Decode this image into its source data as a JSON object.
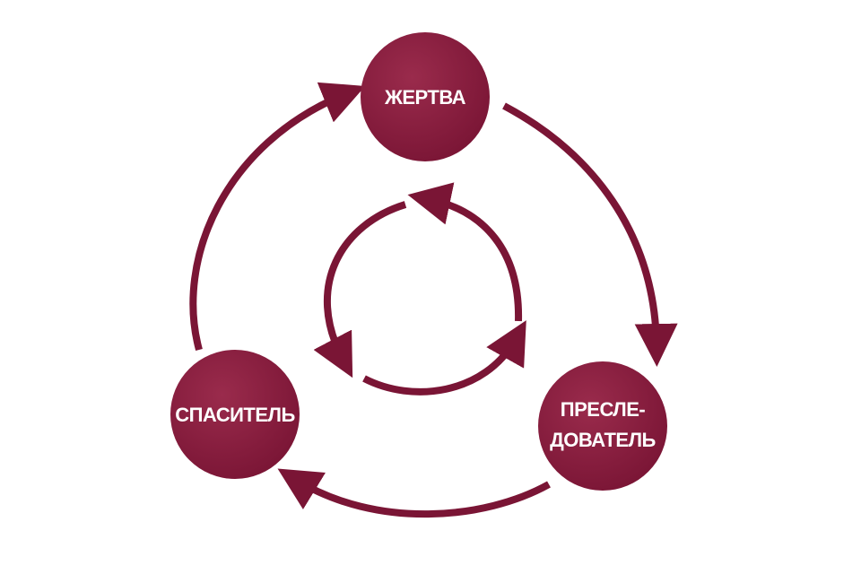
{
  "colors": {
    "node_fill": "#7a1535",
    "node_fill_light": "#9a2b4c",
    "arrow": "#7a1535",
    "label_text": "#ffffff"
  },
  "nodes": {
    "victim": {
      "lines": [
        "ЖЕРТВА"
      ]
    },
    "persecutor": {
      "lines": [
        "ПРЕСЛЕ-",
        "ДОВАТЕЛЬ"
      ]
    },
    "rescuer": {
      "lines": [
        "СПАСИТЕЛЬ"
      ]
    }
  }
}
